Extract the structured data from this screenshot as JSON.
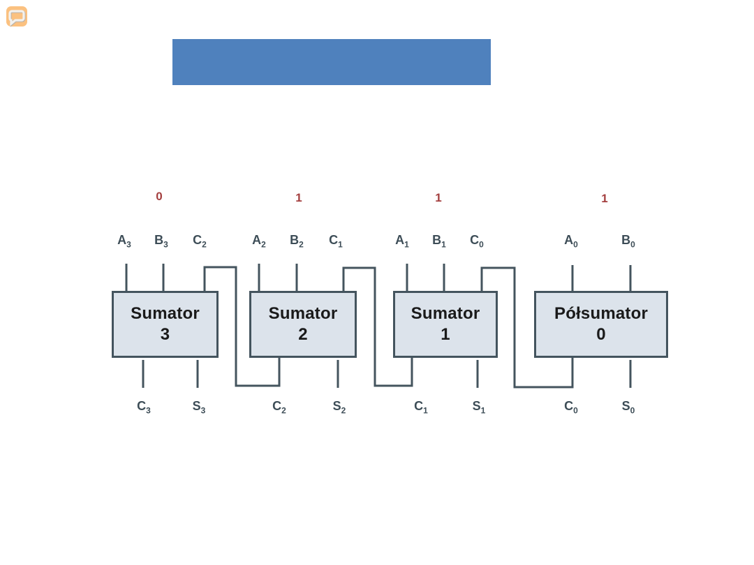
{
  "icons": {
    "comment": {
      "name": "speech-bubble-annotation",
      "bg_color": "#fbc180",
      "bubble_color": "#f3f1ee"
    }
  },
  "banner": {
    "color": "#4f81bd",
    "text": ""
  },
  "diagram": {
    "type": "4-bit ripple-carry adder (Polish labels)",
    "carry_bits": [
      "0",
      "1",
      "1",
      "1"
    ],
    "blocks": [
      {
        "title": "Sumator",
        "number": "3"
      },
      {
        "title": "Sumator",
        "number": "2"
      },
      {
        "title": "Sumator",
        "number": "1"
      },
      {
        "title": "Półsumator",
        "number": "0"
      }
    ],
    "inputs": [
      {
        "base": "A",
        "sub": "3"
      },
      {
        "base": "B",
        "sub": "3"
      },
      {
        "base": "C",
        "sub": "2"
      },
      {
        "base": "A",
        "sub": "2"
      },
      {
        "base": "B",
        "sub": "2"
      },
      {
        "base": "C",
        "sub": "1"
      },
      {
        "base": "A",
        "sub": "1"
      },
      {
        "base": "B",
        "sub": "1"
      },
      {
        "base": "C",
        "sub": "0"
      },
      {
        "base": "A",
        "sub": "0"
      },
      {
        "base": "B",
        "sub": "0"
      }
    ],
    "outputs": [
      {
        "base": "C",
        "sub": "3"
      },
      {
        "base": "S",
        "sub": "3"
      },
      {
        "base": "C",
        "sub": "2"
      },
      {
        "base": "S",
        "sub": "2"
      },
      {
        "base": "C",
        "sub": "1"
      },
      {
        "base": "S",
        "sub": "1"
      },
      {
        "base": "C",
        "sub": "0"
      },
      {
        "base": "S",
        "sub": "0"
      }
    ],
    "colors": {
      "wire": "#44545e",
      "block_fill": "#dce3eb",
      "block_border": "#44545e",
      "pin_label": "#3d4d57",
      "block_text": "#1a1a1a",
      "carry_bit": "#a43f3f"
    }
  }
}
